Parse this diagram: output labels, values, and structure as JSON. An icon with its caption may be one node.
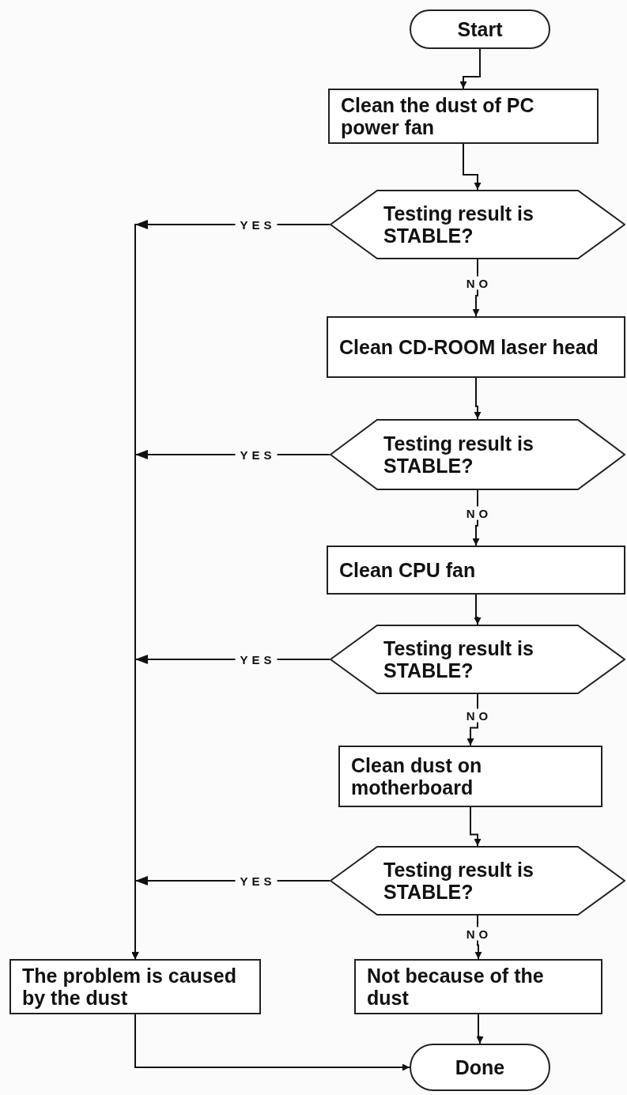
{
  "diagram": {
    "nodes": [
      {
        "text": [
          "Start"
        ]
      },
      {
        "text": [
          "Clean the dust of PC power fan"
        ]
      },
      {
        "text": [
          "Testing result is STABLE?"
        ]
      },
      {
        "text": [
          "Clean CD-ROOM laser head"
        ]
      },
      {
        "text": [
          "Testing result is STABLE?"
        ]
      },
      {
        "text": [
          "Clean CPU fan"
        ]
      },
      {
        "text": [
          "Testing result is STABLE?"
        ]
      },
      {
        "text": [
          "Clean dust on motherboard"
        ]
      },
      {
        "text": [
          "Testing result is STABLE?"
        ]
      },
      {
        "text": [
          "The problem is caused by the dust"
        ]
      },
      {
        "text": [
          "Not because of the dust"
        ]
      },
      {
        "text": [
          "Done"
        ]
      }
    ],
    "edges": [
      {
        "from": 0,
        "to": 1,
        "arrow": "to"
      },
      {
        "from": 1,
        "to": 2,
        "arrow": "to"
      },
      {
        "from": 2,
        "to": 3,
        "arrow": "to",
        "label": "NO"
      },
      {
        "from": 2,
        "to": 9,
        "arrow": "to",
        "label": "YES"
      },
      {
        "from": 3,
        "to": 4,
        "arrow": "to"
      },
      {
        "from": 4,
        "to": 5,
        "arrow": "to",
        "label": "NO"
      },
      {
        "from": 4,
        "to": 9,
        "arrow": "to",
        "label": "YES"
      },
      {
        "from": 5,
        "to": 6,
        "arrow": "to"
      },
      {
        "from": 6,
        "to": 7,
        "arrow": "to",
        "label": "NO"
      },
      {
        "from": 6,
        "to": 9,
        "arrow": "to",
        "label": "YES"
      },
      {
        "from": 7,
        "to": 8,
        "arrow": "to"
      },
      {
        "from": 8,
        "to": 10,
        "arrow": "to",
        "label": "NO"
      },
      {
        "from": 8,
        "to": 9,
        "arrow": "to",
        "label": "YES"
      },
      {
        "from": 10,
        "to": 11,
        "arrow": "to"
      },
      {
        "from": 9,
        "to": 11,
        "arrow": "to"
      }
    ]
  }
}
